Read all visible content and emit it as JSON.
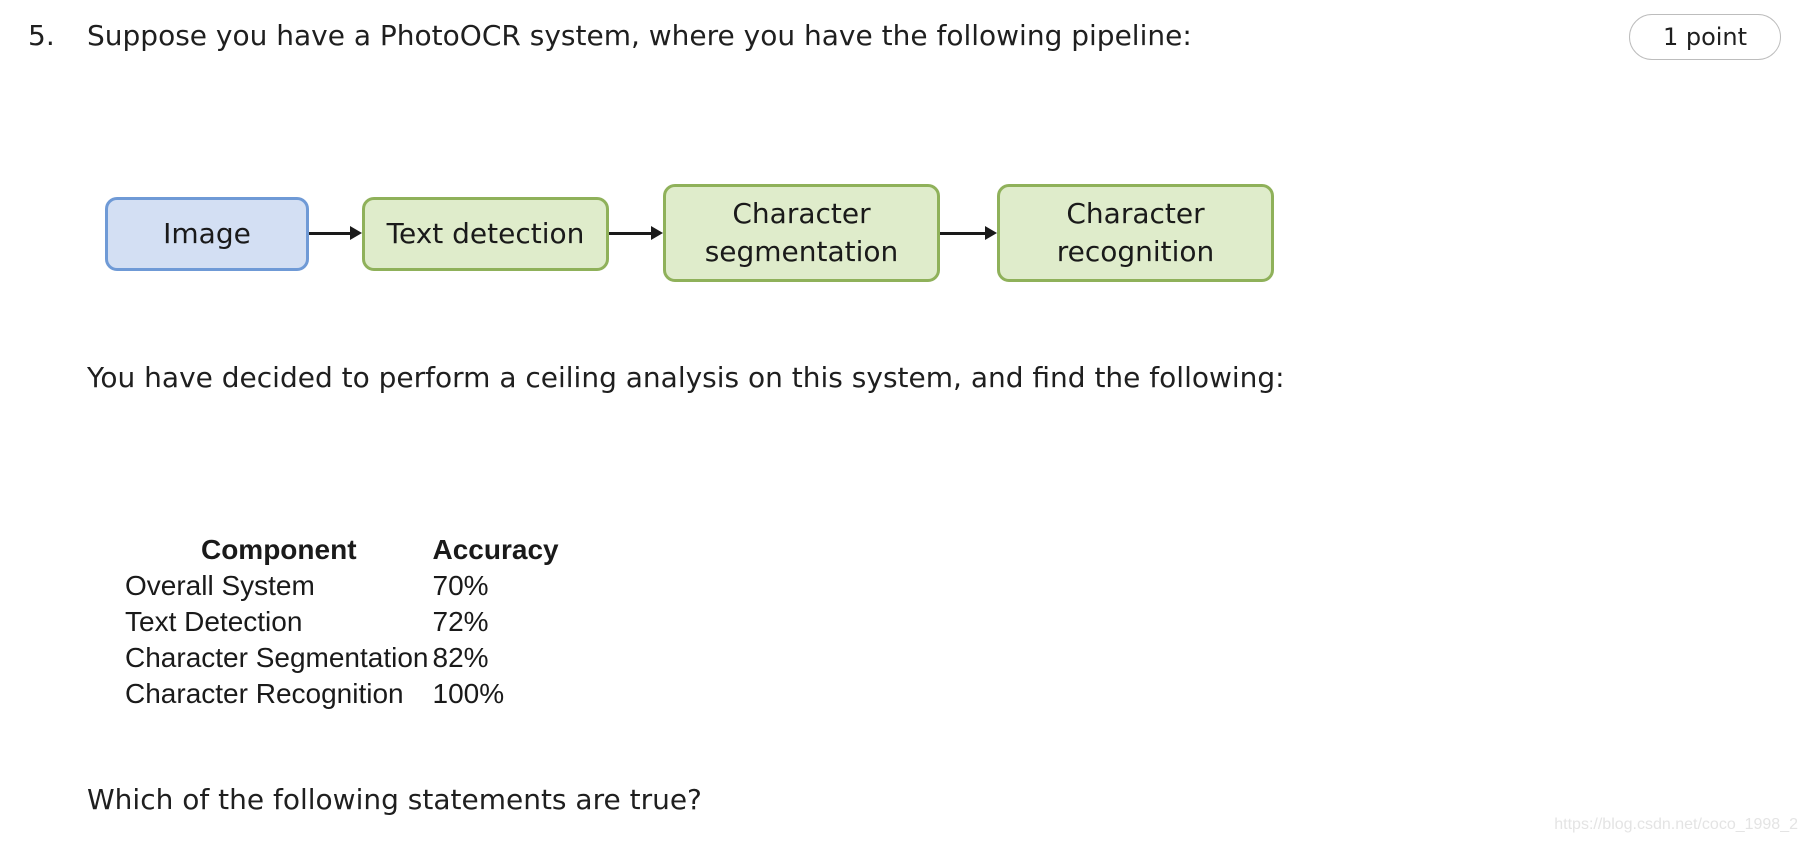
{
  "question": {
    "number": "5.",
    "prompt": "Suppose you have a PhotoOCR system, where you have the following pipeline:",
    "points_label": "1 point",
    "analysis_text": "You have decided to perform a ceiling analysis on this system, and find the following:",
    "closing_text": "Which of the following statements are true?"
  },
  "pipeline": {
    "stages": [
      {
        "label": "Image",
        "color": "#d3dff3",
        "border": "#6f9ad6"
      },
      {
        "label": "Text detection",
        "color": "#dfeccb",
        "border": "#8fb15a"
      },
      {
        "label": "Character\nsegmentation",
        "color": "#dfeccb",
        "border": "#8fb15a"
      },
      {
        "label": "Character\nrecognition",
        "color": "#dfeccb",
        "border": "#8fb15a"
      }
    ]
  },
  "ceiling_table": {
    "headers": [
      "Component",
      "Accuracy"
    ],
    "rows": [
      [
        "Overall System",
        "70%"
      ],
      [
        "Text Detection",
        "72%"
      ],
      [
        "Character Segmentation",
        "82%"
      ],
      [
        "Character Recognition",
        "100%"
      ]
    ]
  },
  "watermark": "https://blog.csdn.net/coco_1998_2"
}
